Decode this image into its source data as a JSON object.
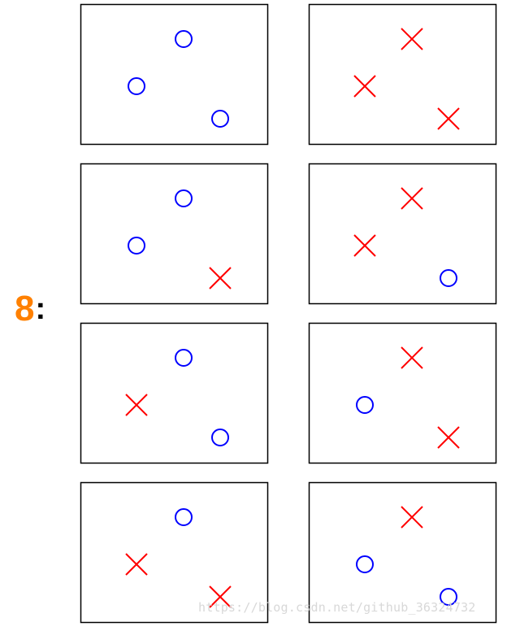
{
  "count_label": {
    "number": "8",
    "colon": ":"
  },
  "colors": {
    "o_marker": "#0000ff",
    "x_marker": "#ff0000",
    "frame": "#000000",
    "count_number": "#ff8000"
  },
  "point_slots": [
    "top",
    "left",
    "bottom-right"
  ],
  "configurations": [
    {
      "top": "o",
      "left": "o",
      "bottom_right": "o"
    },
    {
      "top": "x",
      "left": "x",
      "bottom_right": "x"
    },
    {
      "top": "o",
      "left": "o",
      "bottom_right": "x"
    },
    {
      "top": "x",
      "left": "x",
      "bottom_right": "o"
    },
    {
      "top": "o",
      "left": "x",
      "bottom_right": "o"
    },
    {
      "top": "x",
      "left": "o",
      "bottom_right": "x"
    },
    {
      "top": "o",
      "left": "x",
      "bottom_right": "x"
    },
    {
      "top": "x",
      "left": "o",
      "bottom_right": "o"
    }
  ],
  "watermark": "https://blog.csdn.net/github_36324732"
}
